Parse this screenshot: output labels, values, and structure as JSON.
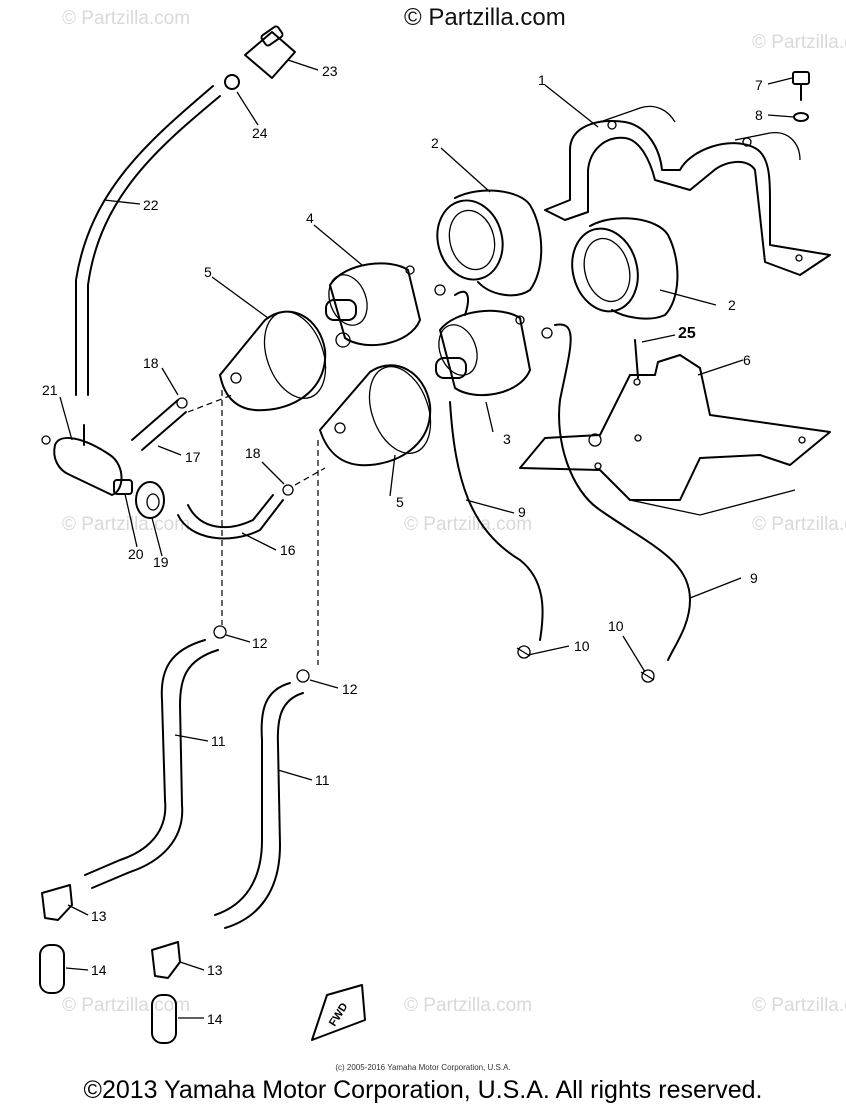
{
  "watermark": {
    "main": "© Partzilla.com",
    "faint": "© Partzilla.com"
  },
  "callouts": {
    "c1": "1",
    "c2a": "2",
    "c2b": "2",
    "c3": "3",
    "c4": "4",
    "c5a": "5",
    "c5b": "5",
    "c6": "6",
    "c7": "7",
    "c8": "8",
    "c9a": "9",
    "c9b": "9",
    "c10a": "10",
    "c10b": "10",
    "c11a": "11",
    "c11b": "11",
    "c12a": "12",
    "c12b": "12",
    "c13a": "13",
    "c13b": "13",
    "c14a": "14",
    "c14b": "14",
    "c16": "16",
    "c17": "17",
    "c18a": "18",
    "c18b": "18",
    "c19": "19",
    "c20": "20",
    "c21": "21",
    "c22": "22",
    "c23": "23",
    "c24": "24",
    "c25": "25"
  },
  "fwd_label": "FWD",
  "footer": {
    "small": "(c) 2005-2016 Yamaha Motor Corporation, U.S.A.",
    "main": "©2013 Yamaha Motor Corporation, U.S.A. All rights reserved."
  }
}
